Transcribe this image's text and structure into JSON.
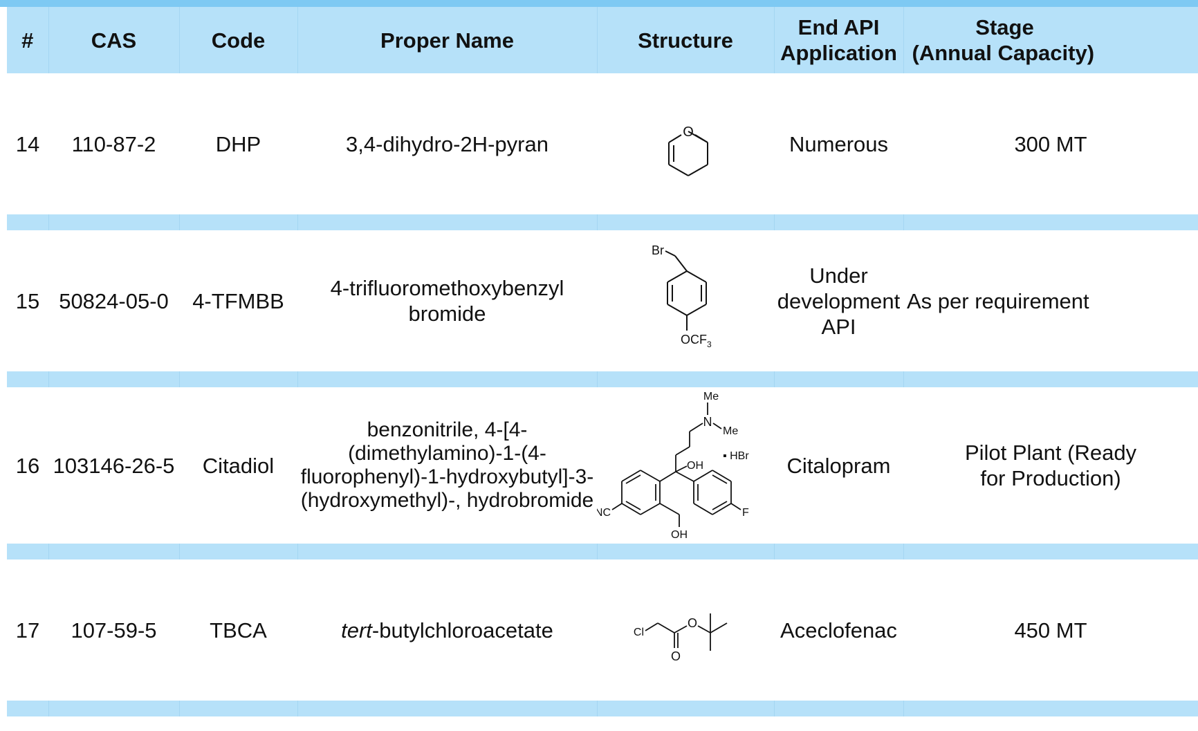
{
  "table": {
    "headers": {
      "index": "#",
      "cas": "CAS",
      "code": "Code",
      "proper_name": "Proper Name",
      "structure": "Structure",
      "end_api_line1": "End API",
      "end_api_line2": "Application",
      "stage_line1": "Stage",
      "stage_line2": "(Annual Capacity)"
    },
    "rows": [
      {
        "index": "14",
        "cas": "110-87-2",
        "code": "DHP",
        "name_lines": [
          "3,4-dihydro-2H-pyran"
        ],
        "api_lines": [
          "Numerous"
        ],
        "stage_lines": [
          "300 MT"
        ],
        "structure_labels": {
          "o": "O"
        }
      },
      {
        "index": "15",
        "cas": "50824-05-0",
        "code": "4-TFMBB",
        "name_lines": [
          "4-trifluoromethoxybenzyl",
          "bromide"
        ],
        "api_lines": [
          "Under",
          "development",
          "API"
        ],
        "stage_lines": [
          "As per requirement"
        ],
        "structure_labels": {
          "br": "Br",
          "ocf": "OCF",
          "sub3": "3"
        }
      },
      {
        "index": "16",
        "cas": "103146-26-5",
        "code": "Citadiol",
        "name_lines": [
          "benzonitrile, 4-[4-",
          "(dimethylamino)-1-(4-",
          "fluorophenyl)-1-hydroxybutyl]-3-",
          "(hydroxymethyl)-, hydrobromide"
        ],
        "api_lines": [
          "Citalopram"
        ],
        "stage_lines": [
          "Pilot Plant (Ready",
          "for Production)"
        ],
        "structure_labels": {
          "me1": "Me",
          "n": "N",
          "me2": "Me",
          "hbr": "▪ HBr",
          "oh1": "OH",
          "nc": "NC",
          "f": "F",
          "oh2": "OH"
        }
      },
      {
        "index": "17",
        "cas": "107-59-5",
        "code": "TBCA",
        "name_italic": "tert",
        "name_rest": "-butylchloroacetate",
        "api_lines": [
          "Aceclofenac"
        ],
        "stage_lines": [
          "450 MT"
        ],
        "structure_labels": {
          "cl": "Cl",
          "o1": "O",
          "o2": "O"
        }
      }
    ]
  },
  "colors": {
    "header_bg": "#b6e1f9",
    "top_bar": "#7ec9f3",
    "separator": "#b6e1f9",
    "text": "#111111"
  }
}
